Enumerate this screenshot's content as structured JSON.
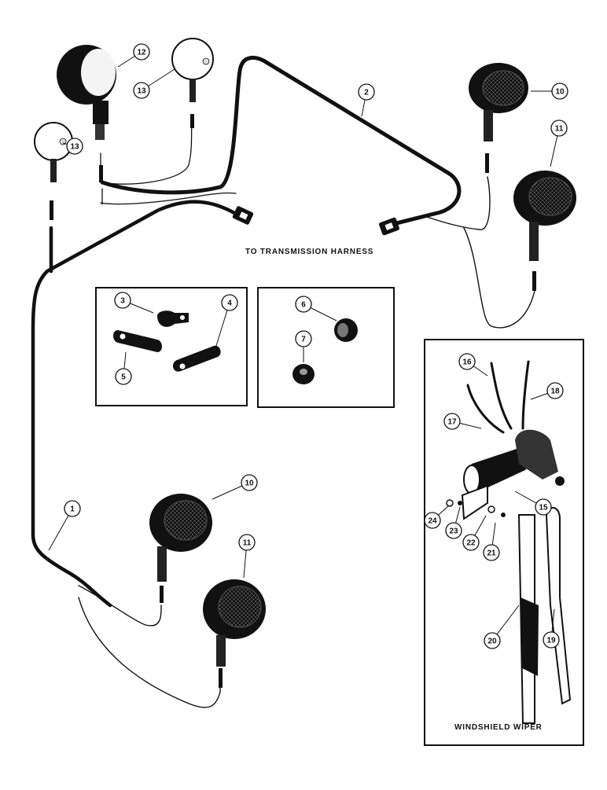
{
  "captions": {
    "transmission": "TO TRANSMISSION HARNESS",
    "wiper": "WINDSHIELD WIPER"
  },
  "callouts": [
    "1",
    "2",
    "3",
    "4",
    "5",
    "6",
    "7",
    "10",
    "10",
    "11",
    "11",
    "12",
    "13",
    "13",
    "15",
    "16",
    "17",
    "18",
    "19",
    "20",
    "21",
    "22",
    "23",
    "24"
  ],
  "colors": {
    "ink": "#111111",
    "paper": "#ffffff",
    "lamp": "#1a1a1a",
    "lens": "#e6e6e6"
  }
}
